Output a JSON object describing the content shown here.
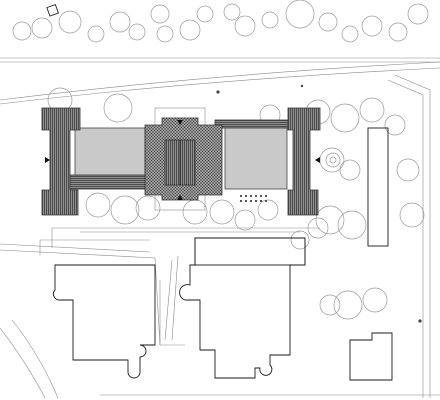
{
  "plan": {
    "colors": {
      "background": "#ffffff",
      "new_building_outline": "#1a1a1a",
      "existing_wing_fill": "#c9c9c9",
      "roof_hatch": "#444444",
      "tree_outline": "#9a9a9a"
    },
    "icons": [
      "north-arrow-marker",
      "entrance-triangle-marker",
      "survey-point-dot"
    ],
    "tree_count_estimate": 45
  }
}
